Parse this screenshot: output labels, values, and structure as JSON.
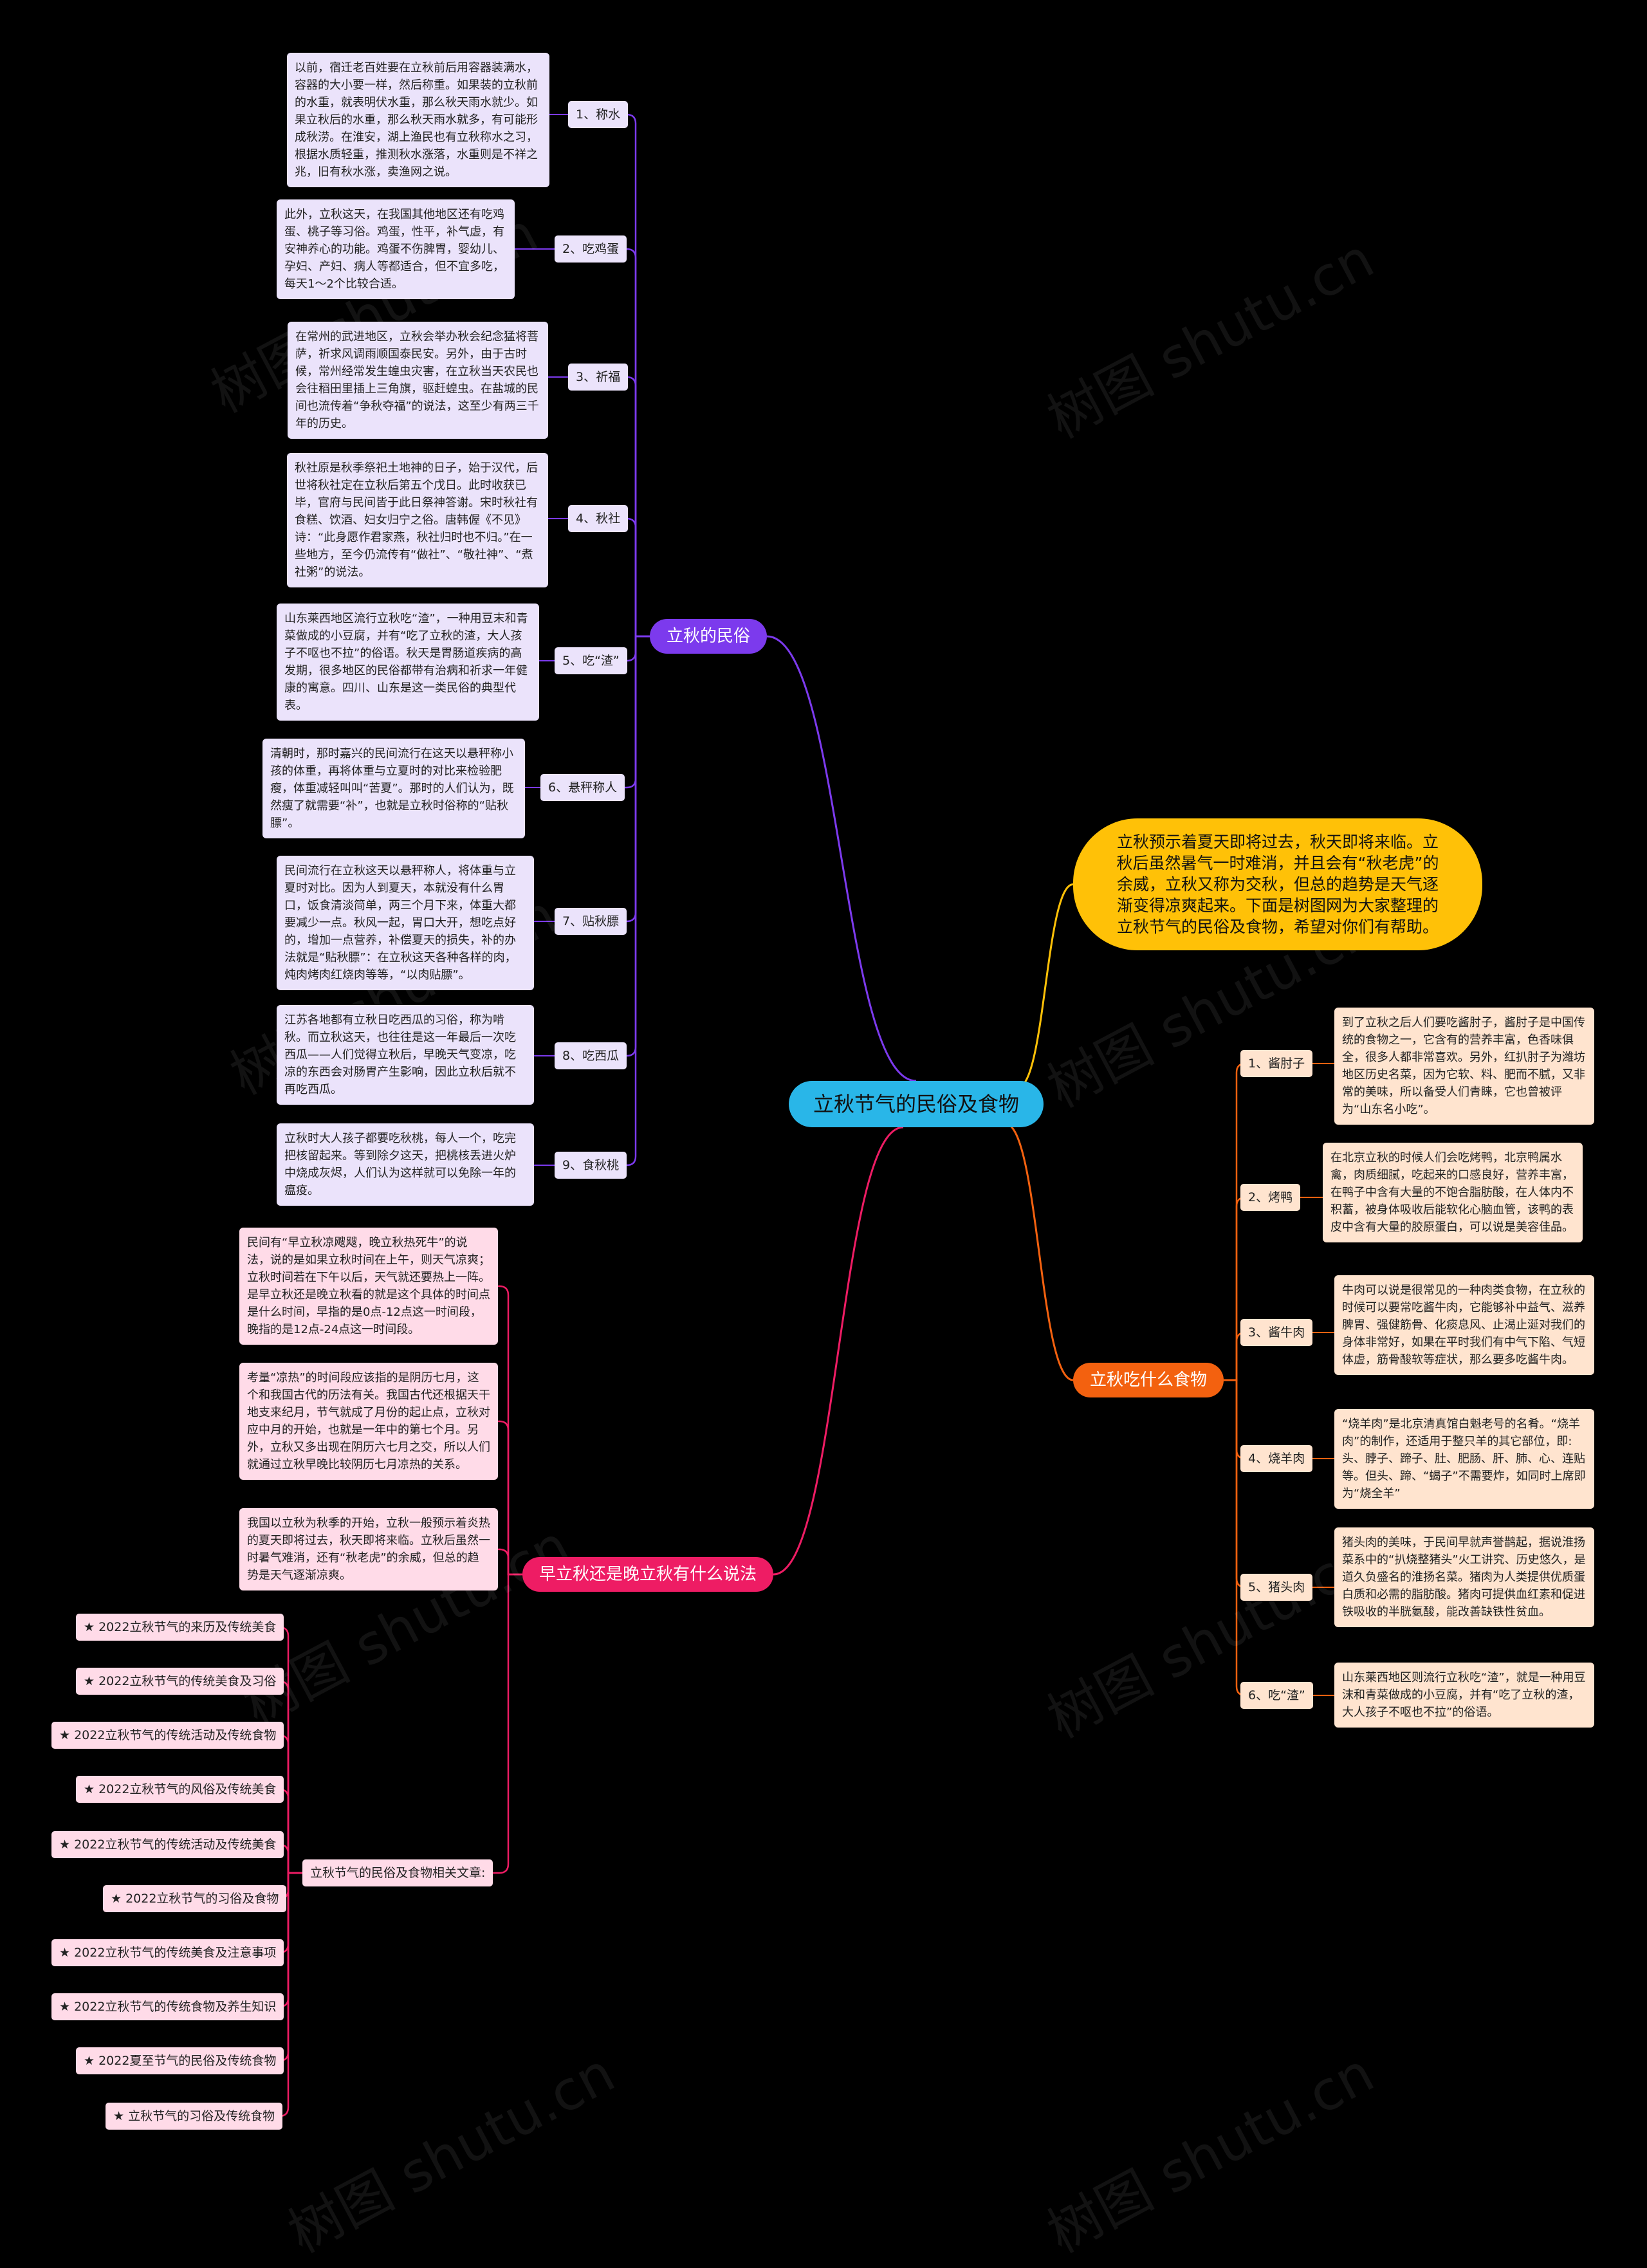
{
  "root": "立秋节气的民俗及食物",
  "intro": "立秋预示着夏天即将过去，秋天即将来临。立秋后虽然暑气一时难消，并且会有“秋老虎”的余威，立秋又称为交秋，但总的趋势是天气逐渐变得凉爽起来。下面是树图网为大家整理的立秋节气的民俗及食物，希望对你们有帮助。",
  "watermark": "树图 shutu.cn",
  "colors": {
    "purple": "#7c3aed",
    "orange": "#f3610f",
    "pink": "#ee1c64",
    "yellow": "#ffc107",
    "root": "#29b6e8"
  },
  "customs": {
    "label": "立秋的民俗",
    "items": [
      {
        "label": "1、称水",
        "text": "以前，宿迁老百姓要在立秋前后用容器装满水，容器的大小要一样，然后称重。如果装的立秋前的水重，就表明伏水重，那么秋天雨水就少。如果立秋后的水重，那么秋天雨水就多，有可能形成秋涝。在淮安，湖上渔民也有立秋称水之习，根据水质轻重，推测秋水涨落，水重则是不祥之兆，旧有秋水涨，卖渔网之说。"
      },
      {
        "label": "2、吃鸡蛋",
        "text": "此外，立秋这天，在我国其他地区还有吃鸡蛋、桃子等习俗。鸡蛋，性平，补气虚，有安神养心的功能。鸡蛋不伤脾胃，婴幼儿、孕妇、产妇、病人等都适合，但不宜多吃，每天1～2个比较合适。"
      },
      {
        "label": "3、祈福",
        "text": "在常州的武进地区，立秋会举办秋会纪念猛将菩萨，祈求风调雨顺国泰民安。另外，由于古时候，常州经常发生蝗虫灾害，在立秋当天农民也会往稻田里插上三角旗，驱赶蝗虫。在盐城的民间也流传着“争秋夺福”的说法，这至少有两三千年的历史。"
      },
      {
        "label": "4、秋社",
        "text": "秋社原是秋季祭祀土地神的日子，始于汉代，后世将秋社定在立秋后第五个戊日。此时收获已毕，官府与民间皆于此日祭神答谢。宋时秋社有食糕、饮酒、妇女归宁之俗。唐韩偓《不见》诗：“此身愿作君家燕，秋社归时也不归。”在一些地方，至今仍流传有“做社”、“敬社神”、“煮社粥”的说法。"
      },
      {
        "label": "5、吃“渣”",
        "text": "山东莱西地区流行立秋吃“渣”，一种用豆末和青菜做成的小豆腐，并有“吃了立秋的渣，大人孩子不呕也不拉”的俗语。秋天是胃肠道疾病的高发期，很多地区的民俗都带有治病和祈求一年健康的寓意。四川、山东是这一类民俗的典型代表。"
      },
      {
        "label": "6、悬秤称人",
        "text": "清朝时，那时嘉兴的民间流行在这天以悬秤称小孩的体重，再将体重与立夏时的对比来检验肥瘦，体重减轻叫叫“苦夏”。那时的人们认为，既然瘦了就需要“补”，也就是立秋时俗称的“贴秋膘”。"
      },
      {
        "label": "7、贴秋膘",
        "text": "民间流行在立秋这天以悬秤称人，将体重与立夏时对比。因为人到夏天，本就没有什么胃口，饭食清淡简单，两三个月下来，体重大都要减少一点。秋风一起，胃口大开，想吃点好的，增加一点营养，补偿夏天的损失，补的办法就是“贴秋膘”：在立秋这天各种各样的肉，炖肉烤肉红烧肉等等，“以肉贴膘”。"
      },
      {
        "label": "8、吃西瓜",
        "text": "江苏各地都有立秋日吃西瓜的习俗，称为啃秋。而立秋这天，也往往是这一年最后一次吃西瓜——人们觉得立秋后，早晚天气变凉，吃凉的东西会对肠胃产生影响，因此立秋后就不再吃西瓜。"
      },
      {
        "label": "9、食秋桃",
        "text": "立秋时大人孩子都要吃秋桃，每人一个，吃完把核留起来。等到除夕这天，把桃核丢进火炉中烧成灰烬，人们认为这样就可以免除一年的瘟疫。"
      }
    ]
  },
  "foods": {
    "label": "立秋吃什么食物",
    "items": [
      {
        "label": "1、酱肘子",
        "text": "到了立秋之后人们要吃酱肘子，酱肘子是中国传统的食物之一，它含有的营养丰富，色香味俱全，很多人都非常喜欢。另外，红扒肘子为潍坊地区历史名菜，因为它软、料、肥而不腻，又非常的美味，所以备受人们青睐，它也曾被评为“山东名小吃”。"
      },
      {
        "label": "2、烤鸭",
        "text": "在北京立秋的时候人们会吃烤鸭，北京鸭属水禽，肉质细腻，吃起来的口感良好，营养丰富，在鸭子中含有大量的不饱合脂肪酸，在人体内不积蓄，被身体吸收后能软化心脑血管，该鸭的表皮中含有大量的胶原蛋白，可以说是美容佳品。"
      },
      {
        "label": "3、酱牛肉",
        "text": "牛肉可以说是很常见的一种肉类食物，在立秋的时候可以要常吃酱牛肉，它能够补中益气、滋养脾胃、强健筋骨、化痰息风、止渴止涎对我们的身体非常好，如果在平时我们有中气下陷、气短体虚，筋骨酸软等症状，那么要多吃酱牛肉。"
      },
      {
        "label": "4、烧羊肉",
        "text": "“烧羊肉”是北京清真馆白魁老号的名肴。“烧羊肉”的制作，还适用于整只羊的其它部位，即:头、脖子、蹄子、肚、肥肠、肝、肺、心、连贴等。但头、蹄、“蝎子”不需要炸，如同时上席即为“烧全羊”"
      },
      {
        "label": "5、猪头肉",
        "text": "猪头肉的美味，于民间早就声誉鹊起，据说淮扬菜系中的“扒烧整猪头”火工讲究、历史悠久，是道久负盛名的淮扬名菜。猪肉为人类提供优质蛋白质和必需的脂肪酸。猪肉可提供血红素和促进铁吸收的半胱氨酸，能改善缺铁性贫血。"
      },
      {
        "label": "6、吃“渣”",
        "text": "山东莱西地区则流行立秋吃“渣”，就是一种用豆沫和青菜做成的小豆腐，并有“吃了立秋的渣，大人孩子不呕也不拉”的俗语。"
      }
    ]
  },
  "early_late": {
    "label": "早立秋还是晚立秋有什么说法",
    "items": [
      {
        "text": "民间有“早立秋凉飕飕，晚立秋热死牛”的说法，说的是如果立秋时间在上午，则天气凉爽；立秋时间若在下午以后，天气就还要热上一阵。是早立秋还是晚立秋看的就是这个具体的时间点是什么时间，早指的是0点-12点这一时间段，晚指的是12点-24点这一时间段。"
      },
      {
        "text": "考量“凉热”的时间段应该指的是阴历七月，这个和我国古代的历法有关。我国古代还根据天干地支来纪月，节气就成了月份的起止点，立秋对应中月的开始，也就是一年中的第七个月。另外，立秋又多出现在阴历六七月之交，所以人们就通过立秋早晚比较阴历七月凉热的关系。"
      },
      {
        "text": "我国以立秋为秋季的开始，立秋一般预示着炎热的夏天即将过去，秋天即将来临。立秋后虽然一时暑气难消，还有“秋老虎”的余威，但总的趋势是天气逐渐凉爽。"
      },
      {
        "text": "立秋节气的民俗及食物相关文章:"
      }
    ],
    "articles": [
      "★ 2022立秋节气的来历及传统美食",
      "★ 2022立秋节气的传统美食及习俗",
      "★ 2022立秋节气的传统活动及传统食物",
      "★ 2022立秋节气的风俗及传统美食",
      "★ 2022立秋节气的传统活动及传统美食",
      "★ 2022立秋节气的习俗及食物",
      "★ 2022立秋节气的传统美食及注意事项",
      "★ 2022立秋节气的传统食物及养生知识",
      "★ 2022夏至节气的民俗及传统食物",
      "★ 立秋节气的习俗及传统食物"
    ]
  }
}
